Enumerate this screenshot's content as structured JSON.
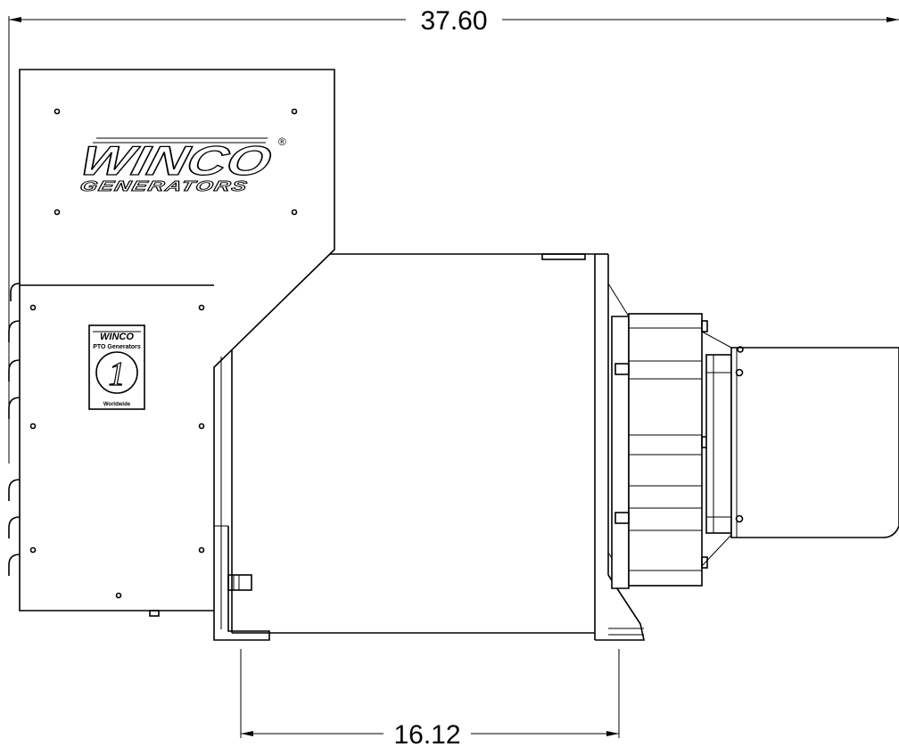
{
  "dimensions": {
    "overall_width": "37.60",
    "foot_spacing": "16.12"
  },
  "logo": {
    "brand": "WINCO",
    "subtitle": "GENERATORS",
    "registered": "®"
  },
  "badge": {
    "brand": "WINCO",
    "line": "PTO Generators",
    "number": "1",
    "footer": "Worldwide"
  },
  "colors": {
    "line": "#000000",
    "background": "#ffffff"
  }
}
